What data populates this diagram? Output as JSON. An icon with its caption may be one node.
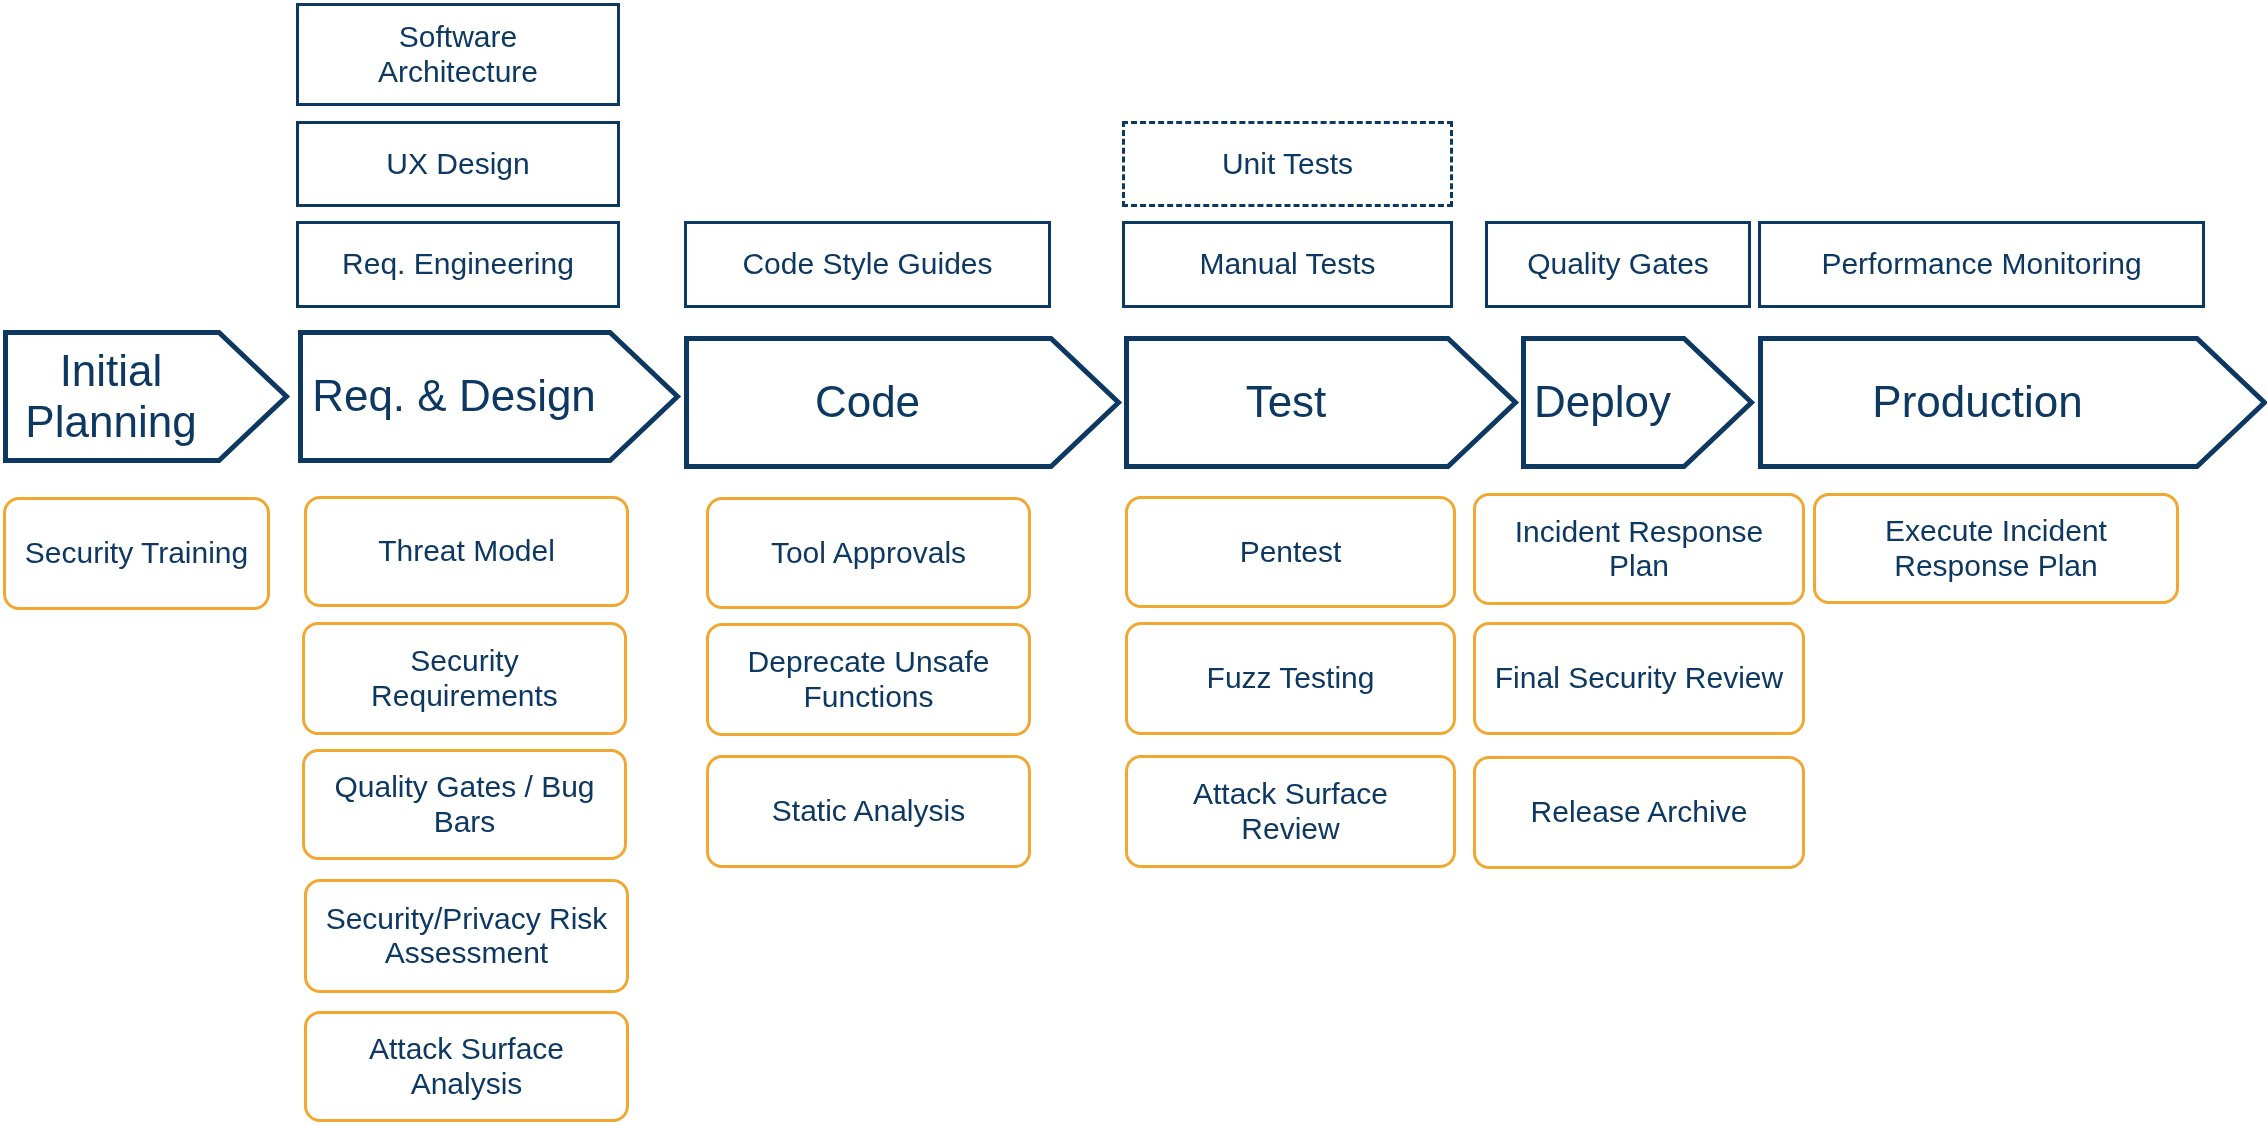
{
  "diagram": {
    "nodes": [
      {
        "text": [
          "Initial Planning"
        ]
      },
      {
        "text": [
          "Req. & Design"
        ]
      },
      {
        "text": [
          "Code"
        ]
      },
      {
        "text": [
          "Test"
        ]
      },
      {
        "text": [
          "Deploy"
        ]
      },
      {
        "text": [
          "Production"
        ]
      },
      {
        "text": [
          "Software Architecture"
        ]
      },
      {
        "text": [
          "UX Design"
        ]
      },
      {
        "text": [
          "Req. Engineering"
        ]
      },
      {
        "text": [
          "Code Style Guides"
        ]
      },
      {
        "text": [
          "Unit Tests"
        ]
      },
      {
        "text": [
          "Manual Tests"
        ]
      },
      {
        "text": [
          "Quality Gates"
        ]
      },
      {
        "text": [
          "Performance Monitoring"
        ]
      },
      {
        "text": [
          "Security Training"
        ]
      },
      {
        "text": [
          "Threat Model"
        ]
      },
      {
        "text": [
          "Security Requirements"
        ]
      },
      {
        "text": [
          "Quality Gates / Bug Bars"
        ]
      },
      {
        "text": [
          "Security/Privacy Risk Assessment"
        ]
      },
      {
        "text": [
          "Attack Surface Analysis"
        ]
      },
      {
        "text": [
          "Tool Approvals"
        ]
      },
      {
        "text": [
          "Deprecate Unsafe Functions"
        ]
      },
      {
        "text": [
          "Static Analysis"
        ]
      },
      {
        "text": [
          "Pentest"
        ]
      },
      {
        "text": [
          "Fuzz Testing"
        ]
      },
      {
        "text": [
          "Attack Surface Review"
        ]
      },
      {
        "text": [
          "Incident Response Plan"
        ]
      },
      {
        "text": [
          "Final Security Review"
        ]
      },
      {
        "text": [
          "Release Archive"
        ]
      },
      {
        "text": [
          "Execute Incident Response Plan"
        ]
      }
    ]
  }
}
